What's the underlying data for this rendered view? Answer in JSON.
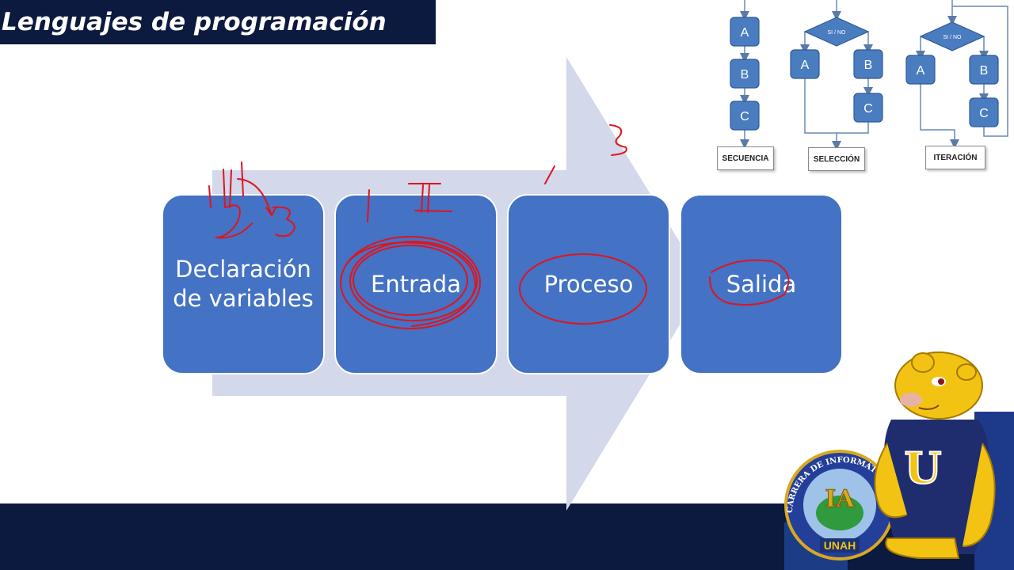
{
  "header": {
    "title": "Lenguajes de programación"
  },
  "process_steps": [
    {
      "lines": [
        "Declaración",
        "de variables"
      ]
    },
    {
      "lines": [
        "Entrada"
      ]
    },
    {
      "lines": [
        "Proceso"
      ]
    },
    {
      "lines": [
        "Salida"
      ]
    }
  ],
  "flowcharts": {
    "node_a": "A",
    "node_b": "B",
    "node_c": "C",
    "decision": "SI / NO",
    "secuencia": "SECUENCIA",
    "seleccion": "SELECCIÓN",
    "iteracion": "ITERACIÓN"
  },
  "logo": {
    "ring_text": "CARRERA DE INFORMÁTICA ADMINISTRATIVA",
    "center_text": "IA",
    "bottom_text": "UNAH",
    "mascot_shirt_letter": "U"
  },
  "colors": {
    "header_bg": "#0b1a3e",
    "box_fill": "#4472c4",
    "arrow_fill": "#d3d8ea",
    "flow_node": "#4a7cc0",
    "annotation": "#e0141e",
    "mascot_yellow": "#f2c313"
  }
}
